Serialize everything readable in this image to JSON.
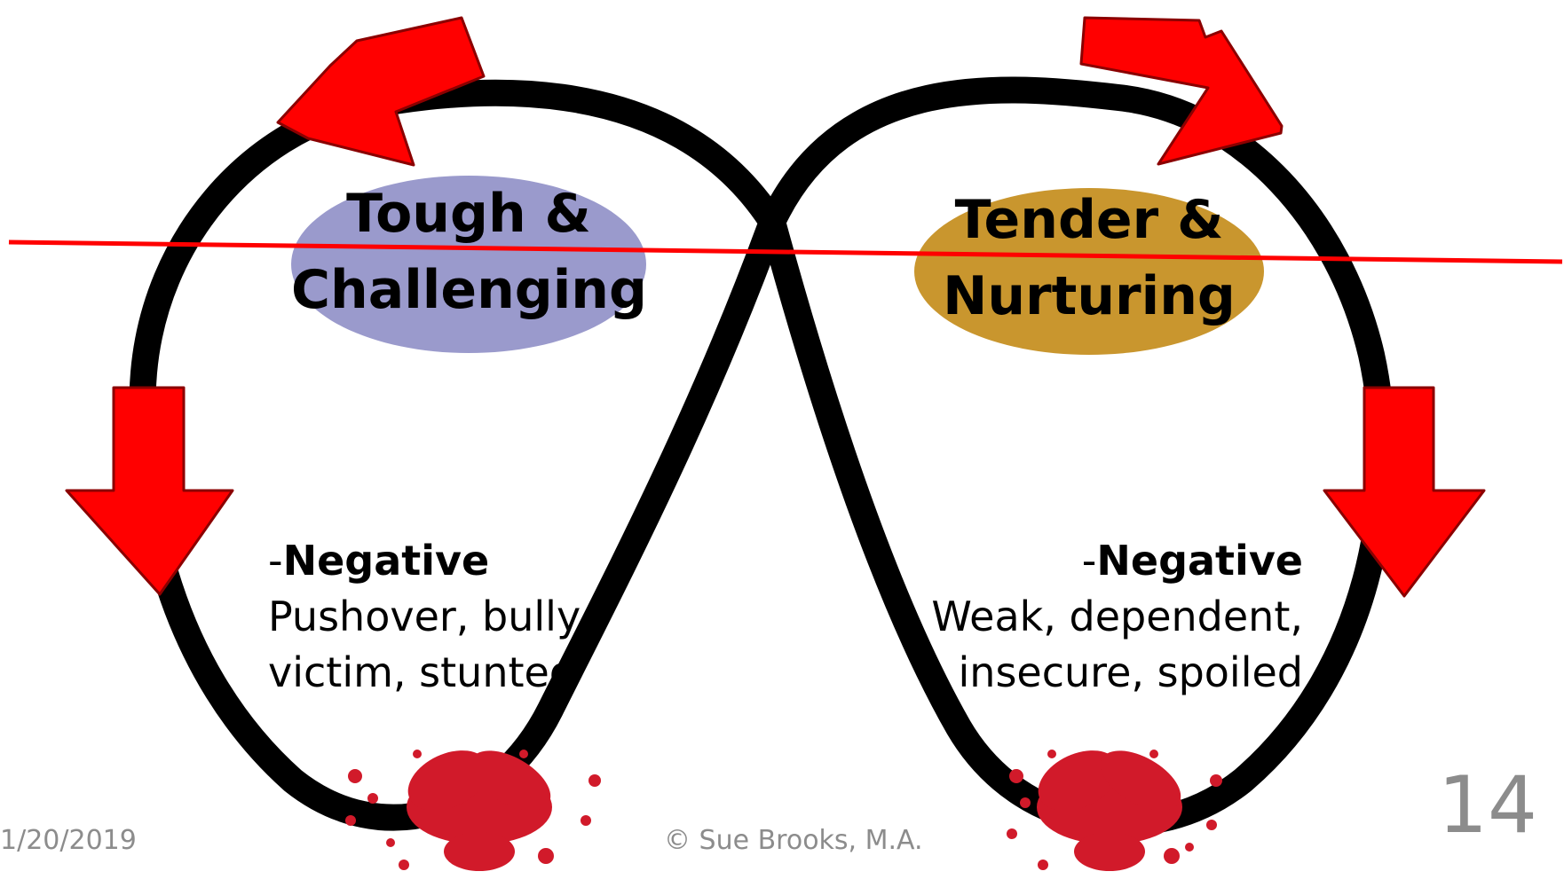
{
  "left_loop": {
    "label_line1": "Tough &",
    "label_line2": "Challenging",
    "label_color": "#9a9acc",
    "negative_prefix": "-",
    "negative_heading": "Negative",
    "negative_line1": "Pushover, bully,",
    "negative_line2": "victim, stunted"
  },
  "right_loop": {
    "label_line1": "Tender &",
    "label_line2": "Nurturing",
    "label_color": "#c9962e",
    "negative_prefix": "-",
    "negative_heading": "Negative",
    "negative_line1": "Weak, dependent,",
    "negative_line2": "insecure, spoiled"
  },
  "colors": {
    "arrow": "#ff0000",
    "arrow_outline": "#8b0000",
    "loop": "#000000",
    "divider_line": "#ff0000",
    "splatter": "#d11a2a",
    "footer_text": "#8c8c8c"
  },
  "footer": {
    "date": "1/20/2019",
    "copyright": "© Sue Brooks, M.A.",
    "slide_number": "14"
  }
}
